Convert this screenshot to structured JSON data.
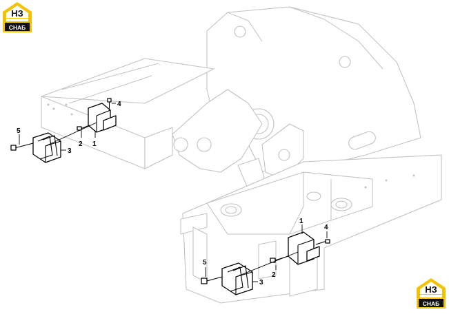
{
  "logo": {
    "mark": "НЗ",
    "caption": "CHAБ",
    "accent": "#f2c200",
    "ink": "#111111"
  },
  "callouts": {
    "upper": {
      "p1": "1",
      "p2": "2",
      "p3": "3",
      "p4": "4",
      "p5": "5"
    },
    "lower": {
      "p1": "1",
      "p2": "2",
      "p3": "3",
      "p4": "4",
      "p5": "5"
    }
  }
}
